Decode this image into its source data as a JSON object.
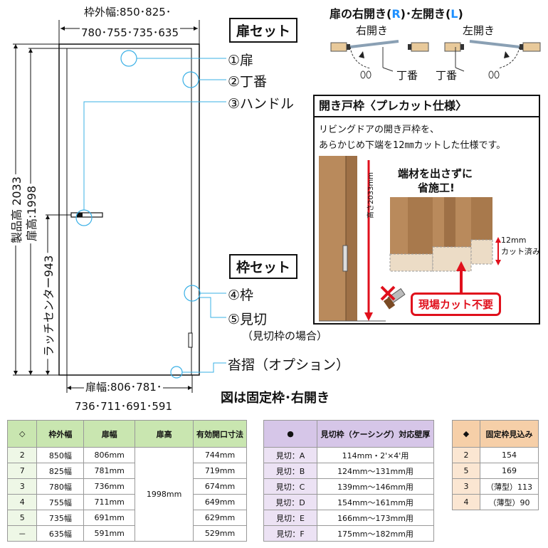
{
  "diagram": {
    "frame_width_label_line1": "枠外幅:850･825･",
    "frame_width_label_line2": "780･755･735･635",
    "door_width_label_line1": "扉幅:806･781･",
    "door_width_label_line2": "736･711･691･591",
    "product_height_label": "製品高 2033",
    "door_height_label": "扉高:1998",
    "latch_center_label": "ラッチセンター943",
    "door_set_title": "扉セット",
    "frame_set_title": "枠セット",
    "parts": [
      "①扉",
      "②丁番",
      "③ハンドル",
      "④枠",
      "⑤見切"
    ],
    "part5_note": "（見切枠の場合）",
    "threshold_label": "沓摺（オプション）",
    "caption": "図は固定枠･右開き"
  },
  "swing": {
    "title_prefix": "扉の右開き(",
    "r": "R",
    "mid": ")･左開き(",
    "l": "L",
    "title_suffix": ")",
    "right_open": "右開き",
    "left_open": "左開き",
    "hinge_right": "丁番",
    "hinge_left": "丁番",
    "color_r": "#1e90ff",
    "color_l": "#1e90ff"
  },
  "precut": {
    "title": "開き戸枠〈プレカット仕様〉",
    "desc_line1": "リビングドアの開き戸枠を、",
    "desc_line2": "あらかじめ下端を12㎜カットした仕様です。",
    "height_label": "高さ2033mm",
    "callout_line1": "端材を出さずに",
    "callout_line2": "省施工!",
    "cut_line1": "12mm",
    "cut_line2": "カット済み",
    "badge": "現場カット不要",
    "accent_color": "#e0101c"
  },
  "table_green": {
    "headers": [
      "◇",
      "枠外幅",
      "扉幅",
      "扉高",
      "有効開口寸法"
    ],
    "rows": [
      [
        "2",
        "850幅",
        "806mm",
        "744mm"
      ],
      [
        "7",
        "825幅",
        "781mm",
        "719mm"
      ],
      [
        "3",
        "780幅",
        "736mm",
        "674mm"
      ],
      [
        "4",
        "755幅",
        "711mm",
        "649mm"
      ],
      [
        "5",
        "735幅",
        "691mm",
        "629mm"
      ],
      [
        "－",
        "635幅",
        "591mm",
        "529mm"
      ]
    ],
    "shared_height": "1998mm"
  },
  "table_purple": {
    "headers": [
      "●",
      "見切枠（ケーシング）対応壁厚"
    ],
    "rows": [
      [
        "見切：A",
        "114mm・2'×4'用"
      ],
      [
        "見切：B",
        "124mm～131mm用"
      ],
      [
        "見切：C",
        "139mm～146mm用"
      ],
      [
        "見切：D",
        "154mm～161mm用"
      ],
      [
        "見切：E",
        "166mm～173mm用"
      ],
      [
        "見切：F",
        "175mm～182mm用"
      ]
    ]
  },
  "table_orange": {
    "headers": [
      "◆",
      "固定枠見込み"
    ],
    "rows": [
      [
        "2",
        "154"
      ],
      [
        "5",
        "169"
      ],
      [
        "3",
        "（薄型）113"
      ],
      [
        "4",
        "（薄型）90"
      ]
    ]
  }
}
